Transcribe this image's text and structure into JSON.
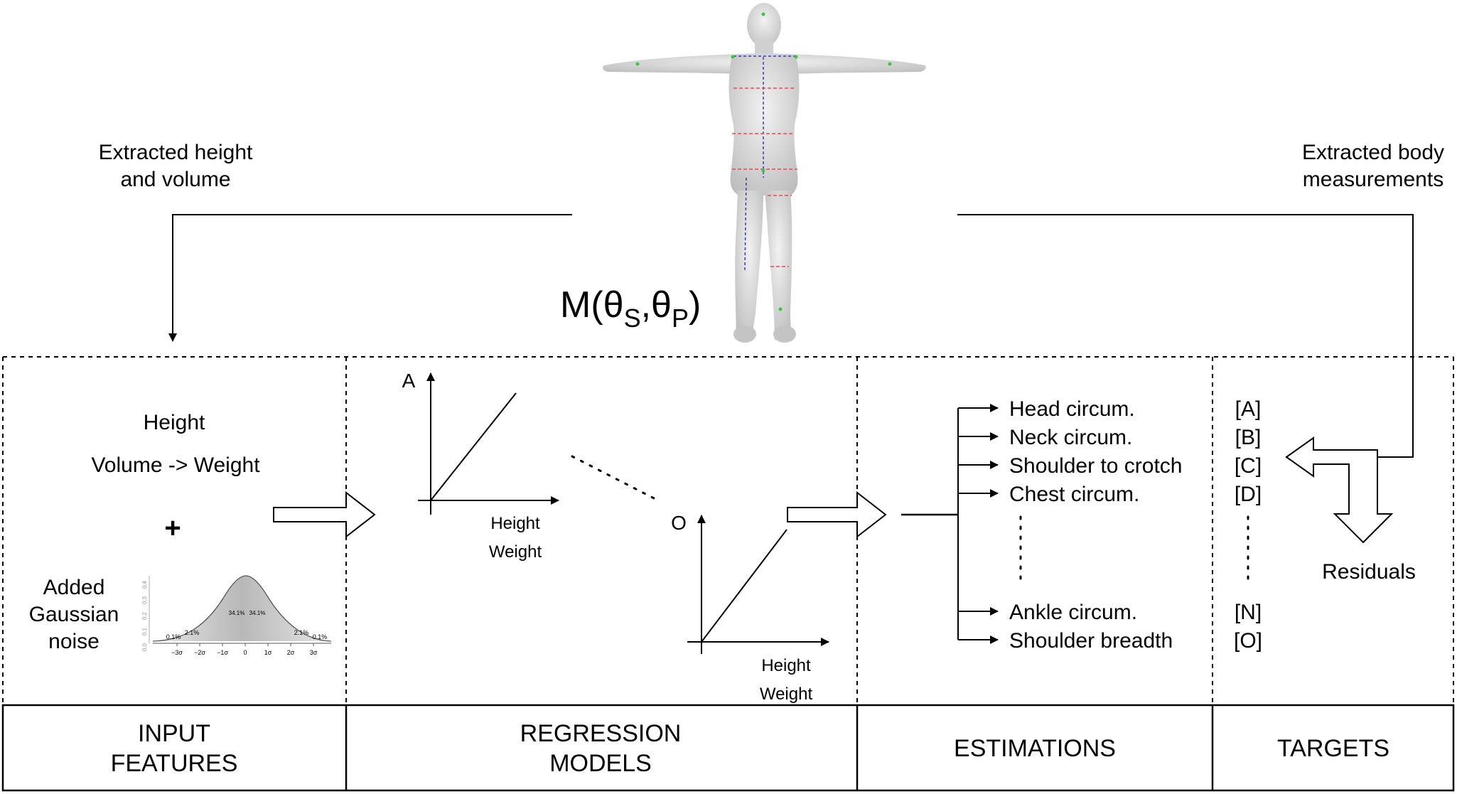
{
  "top": {
    "left_label_line1": "Extracted height",
    "left_label_line2": "and volume",
    "right_label_line1": "Extracted body",
    "right_label_line2": "measurements",
    "model_label": "M(θ",
    "model_sub1": "S",
    "model_comma": ",θ",
    "model_sub2": "P",
    "model_close": ")"
  },
  "input_features": {
    "height": "Height",
    "volume_weight": "Volume -> Weight",
    "plus": "+",
    "noise_line1": "Added",
    "noise_line2": "Gaussian",
    "noise_line3": "noise",
    "bell": {
      "pct_left_outer": "0.1%",
      "pct_left_inner": "2.1%",
      "pct_right_inner": "2.1%",
      "pct_right_outer": "0.1%",
      "pct_center_left": "34.1%",
      "pct_center_right": "34.1%",
      "x_ticks": [
        "−3σ",
        "−2σ",
        "−1σ",
        "0",
        "1σ",
        "2σ",
        "3σ"
      ],
      "y_ticks": [
        "0.0",
        "0.1",
        "0.2",
        "0.3",
        "0.4"
      ]
    }
  },
  "regression": {
    "model_a_label": "A",
    "model_a_x1": "Height",
    "model_a_x2": "Weight",
    "model_o_label": "O",
    "model_o_x1": "Height",
    "model_o_x2": "Weight"
  },
  "estimations": {
    "items": [
      "Head circum.",
      "Neck circum.",
      "Shoulder to crotch",
      "Chest circum.",
      "Ankle circum.",
      "Shoulder breadth"
    ]
  },
  "targets": {
    "items": [
      "[A]",
      "[B]",
      "[C]",
      "[D]",
      "[N]",
      "[O]"
    ],
    "residuals": "Residuals"
  },
  "footer": {
    "col1_line1": "INPUT",
    "col1_line2": "FEATURES",
    "col2_line1": "REGRESSION",
    "col2_line2": "MODELS",
    "col3": "ESTIMATIONS",
    "col4": "TARGETS"
  },
  "colors": {
    "body_fill": "#d9d9d9",
    "landmark_red": "#e05050",
    "landmark_blue": "#3a3ad0",
    "landmark_green": "#3cc83c"
  }
}
